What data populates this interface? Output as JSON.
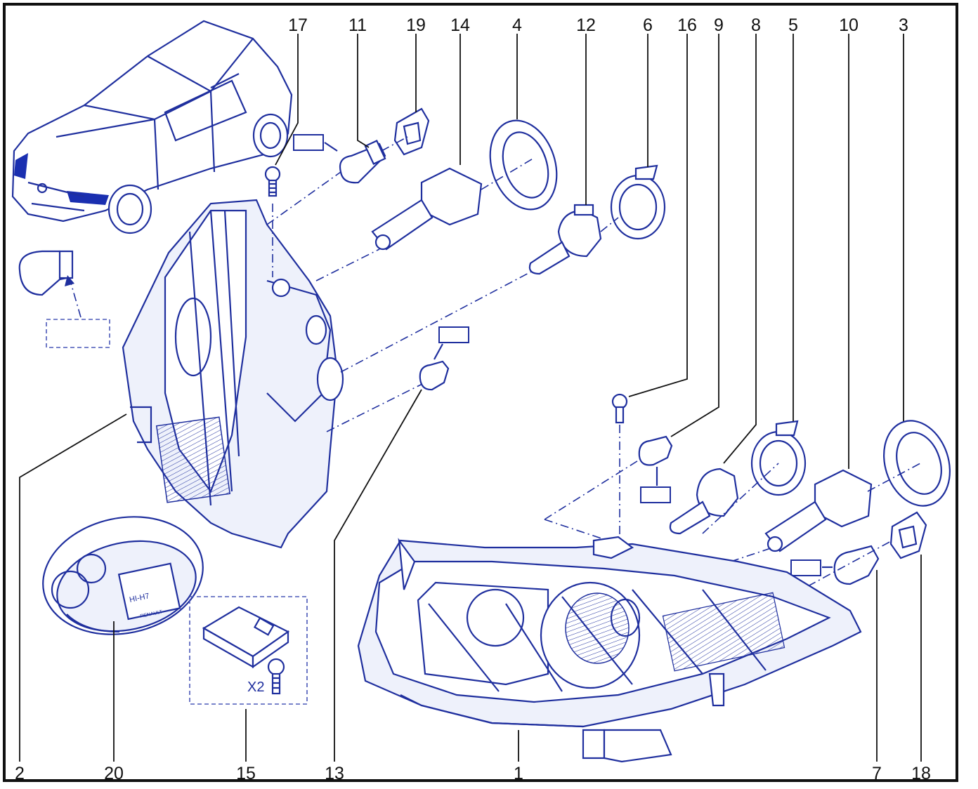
{
  "callouts": {
    "top": [
      "17",
      "11",
      "19",
      "14",
      "4",
      "12",
      "6",
      "16",
      "9",
      "8",
      "5",
      "10",
      "3"
    ],
    "bottom": [
      "2",
      "20",
      "15",
      "13",
      "1",
      "7",
      "18"
    ]
  },
  "kit_labels": {
    "multiplier": "X2",
    "lamp_case_text": "HI-H7",
    "brand_text": "RENAULT"
  },
  "colors": {
    "line": "#1f2f9e",
    "fill": "#eef1fb",
    "accent": "#1a2fb0"
  }
}
